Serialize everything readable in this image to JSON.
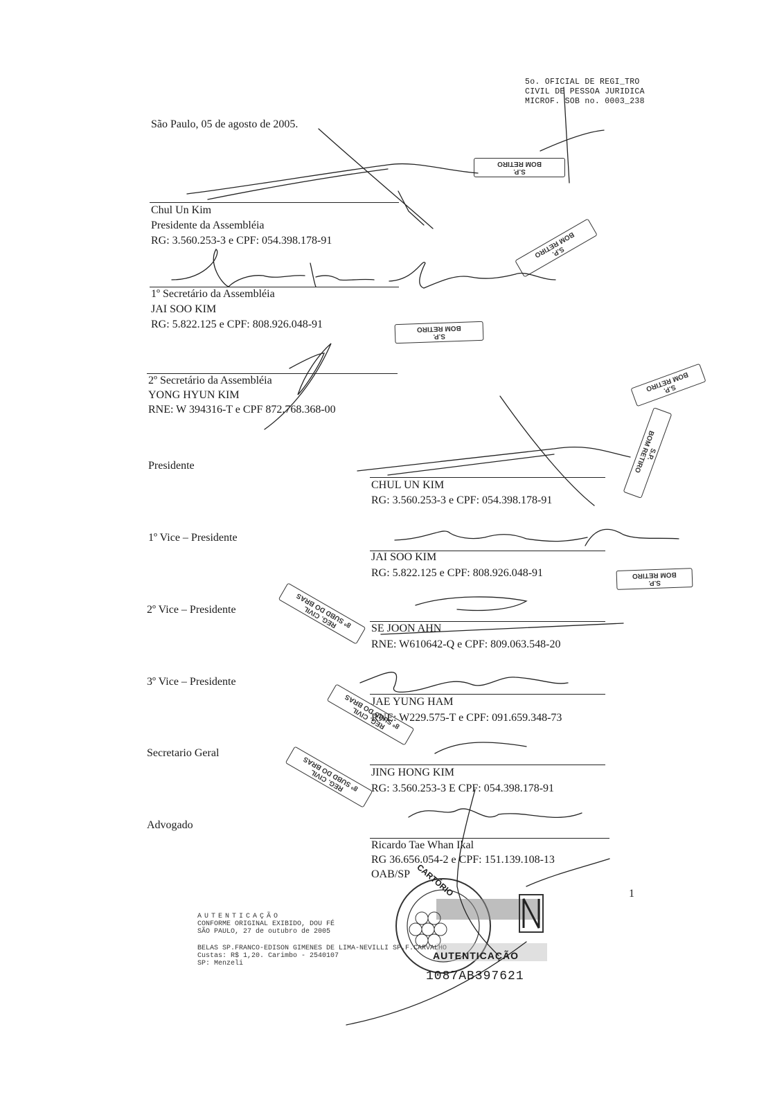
{
  "registry": {
    "line1": "5o. OFICIAL DE REGI_TRO",
    "line2": "CIVIL DE PESSOA JURIDICA",
    "line3": "MICROF. SOB no. 0003_238"
  },
  "date_line": "São Paulo, 05 de agosto de 2005.",
  "signatories": [
    {
      "name": "Chul Un Kim",
      "role": "Presidente da Assembléia",
      "doc": "RG: 3.560.253-3 e CPF: 054.398.178-91"
    },
    {
      "role": "1º Secretário da Assembléia",
      "name": "JAI SOO KIM",
      "doc": "RG: 5.822.125 e CPF: 808.926.048-91"
    },
    {
      "role": "2º Secretário da Assembléia",
      "name": "YONG HYUN KIM",
      "doc": "RNE: W 394316-T e CPF 872.768.368-00"
    }
  ],
  "board": [
    {
      "position": "Presidente",
      "name": "CHUL UN KIM",
      "doc": "RG: 3.560.253-3 e CPF: 054.398.178-91"
    },
    {
      "position": "1º Vice – Presidente",
      "name": "JAI SOO KIM",
      "doc": "RG: 5.822.125 e CPF: 808.926.048-91"
    },
    {
      "position": "2º Vice – Presidente",
      "name": "SE JOON AHN",
      "doc": "RNE: W610642-Q e CPF: 809.063.548-20"
    },
    {
      "position": "3º Vice – Presidente",
      "name": "JAE YUNG HAM",
      "doc": "RNE: W229.575-T e CPF: 091.659.348-73"
    },
    {
      "position": "Secretario Geral",
      "name": "JING HONG KIM",
      "doc": "RG: 3.560.253-3 E CPF: 054.398.178-91"
    },
    {
      "position": "Advogado",
      "name": "Ricardo Tae Whan Ikal",
      "doc": "RG 36.656.054-2 e CPF: 151.139.108-13",
      "doc2": "OAB/SP"
    }
  ],
  "page_number": "1",
  "stamps": {
    "bom_retiro": "BOM RETIRO",
    "bom_retiro_city": "S.P.",
    "subd": "8º SUBD DO BRAS",
    "subd_sub": "REG. CIVIL"
  },
  "authentication": {
    "line1": "AUTENTICAÇÃO",
    "line2": "CONFORME ORIGINAL EXIBIDO, DOU FÉ",
    "line3": "SÃO PAULO, 27 de outubro de 2005",
    "line4": "BELAS SP.FRANCO-EDISON GIMENES DE LIMA-NEVILLI SP.F.CARVALHO",
    "line5": "Custas: R$ 1,20. Carimbo - 2540107",
    "line6": "SP: Menzeli"
  },
  "seal": {
    "top_text": "CARTÓRIO",
    "word": "AUTENTICAÇÃO",
    "number": "1087AB397621"
  }
}
